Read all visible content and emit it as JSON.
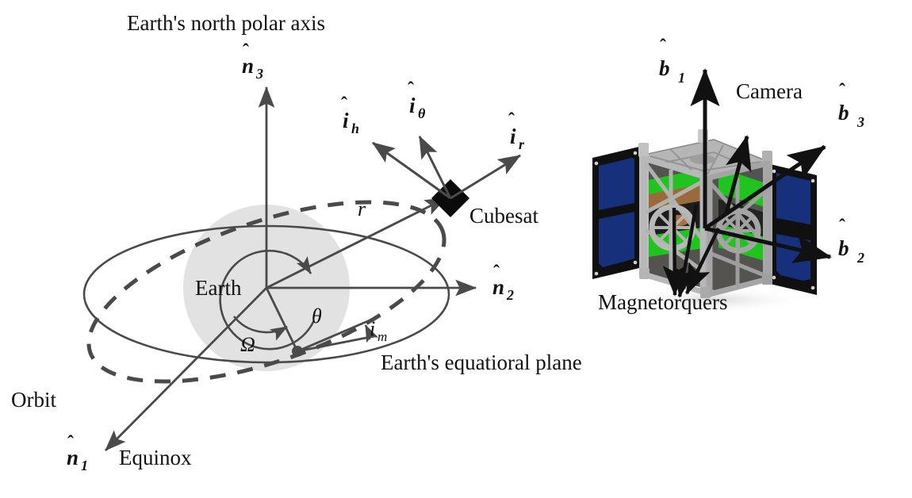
{
  "figure": {
    "title_label": "Earth's north polar axis",
    "equatorial_label": "Earth's equatioral plane",
    "orbit_label": "Orbit",
    "earth_label": "Earth",
    "cubesat_label": "Cubesat",
    "equinox_label": "Equinox",
    "camera_label": "Camera",
    "magnetorquers_label": "Magnetorquers"
  },
  "inertial_frame": {
    "n1": {
      "base": "n",
      "sub": "1",
      "hat": true,
      "name": "inertial-axis-1"
    },
    "n2": {
      "base": "n",
      "sub": "2",
      "hat": true,
      "name": "inertial-axis-2"
    },
    "n3": {
      "base": "n",
      "sub": "3",
      "hat": true,
      "name": "inertial-axis-3"
    }
  },
  "orbital_frame": {
    "ir": {
      "base": "i",
      "sub": "r",
      "hat": true,
      "name": "orbital-axis-radial"
    },
    "itheta": {
      "base": "i",
      "sub": "θ",
      "hat": true,
      "name": "orbital-axis-transverse"
    },
    "ih": {
      "base": "i",
      "sub": "h",
      "hat": true,
      "name": "orbital-axis-normal"
    }
  },
  "body_frame": {
    "b1": {
      "base": "b",
      "sub": "1",
      "hat": true,
      "name": "body-axis-1"
    },
    "b2": {
      "base": "b",
      "sub": "2",
      "hat": true,
      "name": "body-axis-2"
    },
    "b3": {
      "base": "b",
      "sub": "3",
      "hat": true,
      "name": "body-axis-3"
    }
  },
  "orbital_elements": {
    "radius": "r",
    "true_anomaly": "θ",
    "raan": "Ω",
    "inclination_base": "i",
    "inclination_sub": "m"
  },
  "colors": {
    "line_gray": "#4a4a4a",
    "earth_fill": "#e2e2e2",
    "ink_black": "#111111",
    "solar_panel_blue": "#16307c",
    "solar_panel_dark": "#101010",
    "pcb_green": "#1fc41f",
    "frame_gray": "#b6b6b6",
    "frame_gray_dark": "#8a8a8a",
    "board_tan": "#9a6a3a"
  }
}
